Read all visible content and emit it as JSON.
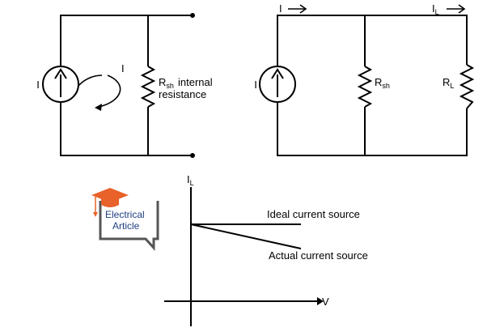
{
  "left_circuit": {
    "source_label": "I",
    "loop_current_label": "I",
    "resistor_label_main": "R",
    "resistor_label_sub": "sh",
    "resistor_desc_line1": "internal",
    "resistor_desc_line2": "resistance"
  },
  "right_circuit": {
    "source_label": "I",
    "top_current_label": "I",
    "load_current_main": "I",
    "load_current_sub": "L",
    "shunt_label_main": "R",
    "shunt_label_sub": "sh",
    "load_label_main": "R",
    "load_label_sub": "L"
  },
  "graph": {
    "y_axis_main": "I",
    "y_axis_sub": "L",
    "x_axis_label": "V",
    "ideal_label": "Ideal current source",
    "actual_label": "Actual current source"
  },
  "logo": {
    "line1": "Electrical",
    "line2": "Article",
    "colors": {
      "accent": "#e8622a",
      "frame": "#555555",
      "text": "#1f3f80"
    }
  }
}
